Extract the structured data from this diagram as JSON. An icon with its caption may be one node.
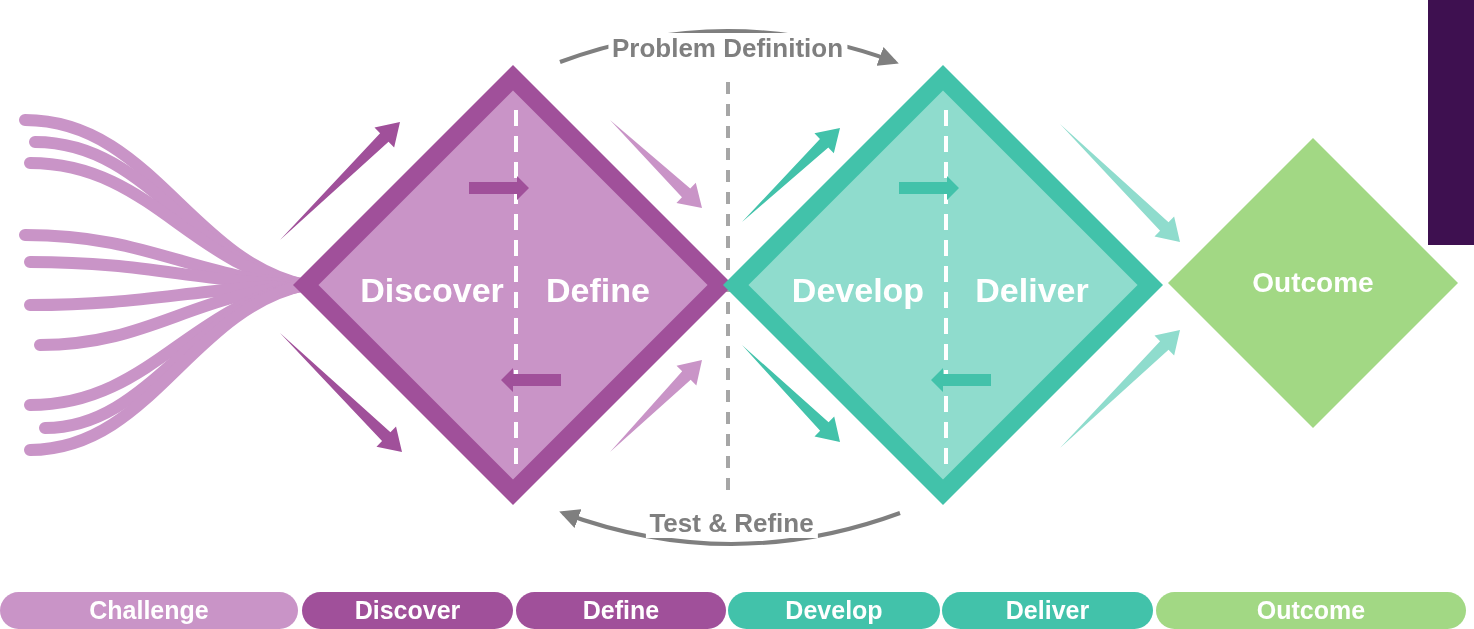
{
  "diagram": {
    "nodes": [
      {
        "text": [
          "Discover",
          "Define"
        ]
      },
      {
        "text": [
          "Develop",
          "Deliver"
        ]
      },
      {
        "text": [
          "Outcome"
        ]
      },
      {
        "text": [
          "Challenge"
        ]
      },
      {
        "text": [
          "Discover"
        ]
      },
      {
        "text": [
          "Define"
        ]
      },
      {
        "text": [
          "Develop"
        ]
      },
      {
        "text": [
          "Deliver"
        ]
      },
      {
        "text": [
          "Outcome"
        ]
      },
      {
        "text": [],
        "shape": "bar"
      }
    ],
    "edges": [
      {
        "from": 0,
        "to": 1,
        "arrow": "to",
        "label": "Problem Definition"
      },
      {
        "from": 1,
        "to": 0,
        "arrow": "to",
        "label": "Test & Refine"
      }
    ]
  }
}
